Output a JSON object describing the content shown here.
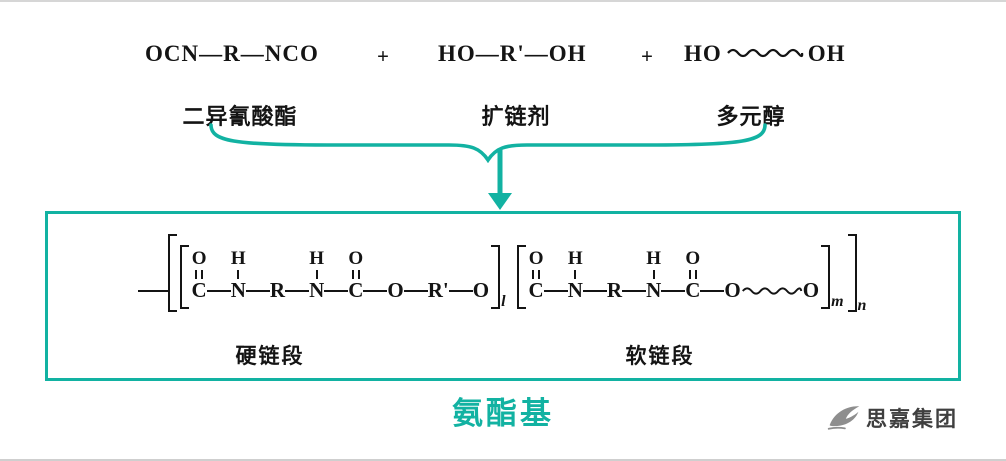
{
  "colors": {
    "teal": "#12b2a2",
    "ink": "#141414",
    "brand_gray": "#8e8e8e"
  },
  "reactants": {
    "diisocyanate": {
      "formula": "OCN—R—NCO",
      "label": "二异氰酸酯"
    },
    "plus1": "+",
    "chain_extender": {
      "formula": "HO—R'—OH",
      "label": "扩链剂"
    },
    "plus2": "+",
    "polyol": {
      "formula_left": "HO",
      "formula_right": "OH",
      "label": "多元醇"
    }
  },
  "product": {
    "hard_segment_label": "硬链段",
    "soft_segment_label": "软链段",
    "outer_subscript": "n",
    "segments": [
      {
        "subscript": "l",
        "tokens": [
          {
            "t": "atom",
            "v": "C",
            "above": "O",
            "bond": "double"
          },
          {
            "t": "b"
          },
          {
            "t": "atom",
            "v": "N",
            "above": "H",
            "bond": "single"
          },
          {
            "t": "b"
          },
          {
            "t": "atom",
            "v": "R"
          },
          {
            "t": "b"
          },
          {
            "t": "atom",
            "v": "N",
            "above": "H",
            "bond": "single"
          },
          {
            "t": "b"
          },
          {
            "t": "atom",
            "v": "C",
            "above": "O",
            "bond": "double"
          },
          {
            "t": "b"
          },
          {
            "t": "atom",
            "v": "O"
          },
          {
            "t": "b"
          },
          {
            "t": "atom",
            "v": "R'"
          },
          {
            "t": "b"
          },
          {
            "t": "atom",
            "v": "O"
          }
        ]
      },
      {
        "subscript": "m",
        "tokens": [
          {
            "t": "atom",
            "v": "C",
            "above": "O",
            "bond": "double"
          },
          {
            "t": "b"
          },
          {
            "t": "atom",
            "v": "N",
            "above": "H",
            "bond": "single"
          },
          {
            "t": "b"
          },
          {
            "t": "atom",
            "v": "R"
          },
          {
            "t": "b"
          },
          {
            "t": "atom",
            "v": "N",
            "above": "H",
            "bond": "single"
          },
          {
            "t": "b"
          },
          {
            "t": "atom",
            "v": "C",
            "above": "O",
            "bond": "double"
          },
          {
            "t": "b"
          },
          {
            "t": "atom",
            "v": "O"
          },
          {
            "t": "wavy"
          },
          {
            "t": "atom",
            "v": "O"
          }
        ]
      }
    ]
  },
  "caption": "氨酯基",
  "brand": "思嘉集团"
}
